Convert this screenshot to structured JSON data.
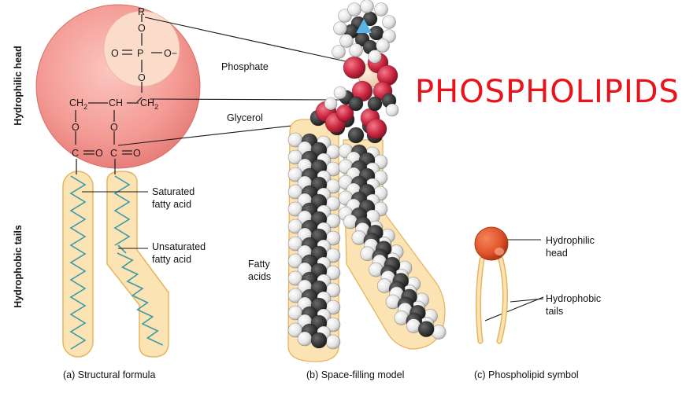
{
  "title": "PHOSPHOLIPIDS",
  "side_labels": {
    "head": "Hydrophilic head",
    "tails": "Hydrophobic tails"
  },
  "chem": {
    "r": "R",
    "o": "O",
    "p": "P",
    "o_minus": "O−",
    "ch2": "CH",
    "ch": "CH",
    "sub2": "2",
    "c": "C"
  },
  "callouts": {
    "phosphate": "Phosphate",
    "glycerol": "Glycerol",
    "saturated": [
      "Saturated",
      "fatty acid"
    ],
    "unsaturated": [
      "Unsaturated",
      "fatty acid"
    ],
    "fatty_acids": [
      "Fatty",
      "acids"
    ],
    "hydrophilic_head": [
      "Hydrophilic",
      "head"
    ],
    "hydrophobic_tails": [
      "Hydrophobic",
      "tails"
    ]
  },
  "captions": {
    "a": "(a) Structural formula",
    "b": "(b) Space-filling model",
    "c": "(c) Phospholipid symbol"
  },
  "colors": {
    "title": "#e8131b",
    "head_sphere": "#f08a86",
    "phosphate_disk": "#fbdccb",
    "tail_fill": "#fbe3b4",
    "tail_stroke": "#e6b55e",
    "zigzag": "#3a9aa8",
    "oxygen": "#c8283e",
    "carbon": "#333333",
    "hydrogen": "#e8e8e8",
    "nitrogen": "#5ab5e6",
    "symbol_head": "#e0542a"
  }
}
